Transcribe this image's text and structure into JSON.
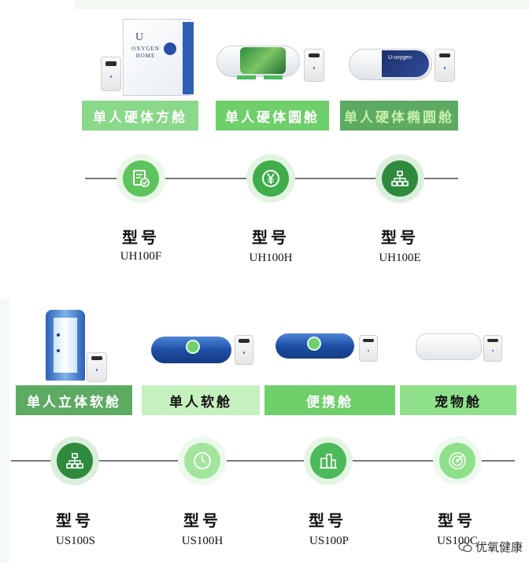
{
  "section1": {
    "products": [
      {
        "label": "单人硬体方舱"
      },
      {
        "label": "单人硬体圆舱"
      },
      {
        "label": "单人硬体椭圆舱"
      }
    ],
    "box_print": {
      "brand": "OXYGEN HOME",
      "letter": "U"
    },
    "oval_print": "U-oxygen",
    "models": [
      {
        "title": "型号",
        "code": "UH100F",
        "icon": "document-check-icon"
      },
      {
        "title": "型号",
        "code": "UH100H",
        "icon": "yen-coin-icon"
      },
      {
        "title": "型号",
        "code": "UH100E",
        "icon": "org-chart-icon"
      }
    ]
  },
  "section2": {
    "products": [
      {
        "label": "单人立体软舱"
      },
      {
        "label": "单人软舱"
      },
      {
        "label": "便携舱"
      },
      {
        "label": "宠物舱"
      }
    ],
    "models": [
      {
        "title": "型号",
        "code": "US100S",
        "icon": "org-chart-icon"
      },
      {
        "title": "型号",
        "code": "US100H",
        "icon": "clock-icon"
      },
      {
        "title": "型号",
        "code": "US100P",
        "icon": "buildings-icon"
      },
      {
        "title": "型号",
        "code": "US100C",
        "icon": "target-icon"
      }
    ]
  },
  "watermark": {
    "text": "优氧健康"
  },
  "colors": {
    "dark_green": "#2e8b3e",
    "mid_green": "#4cba5b",
    "light_green": "#8fe08a",
    "pale_green": "#c6f0c0",
    "label1": "#8ad88a",
    "label2": "#6fcf6b",
    "label3": "#5daa63"
  }
}
